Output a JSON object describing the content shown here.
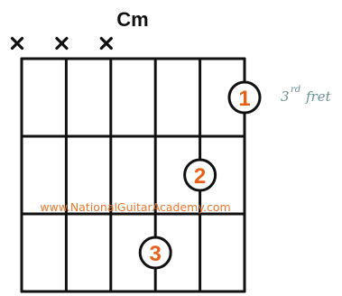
{
  "chord": {
    "name": "Cm",
    "fret_label": "3",
    "fret_label_sup": "rd",
    "fret_label_word": "fret",
    "watermark": "www.NationalGuitarAcademy.com",
    "strings": 6,
    "frets_shown": 3,
    "muted_strings": [
      1,
      2,
      3
    ],
    "fingers": [
      {
        "string": 6,
        "fret": 1,
        "label": "1"
      },
      {
        "string": 5,
        "fret": 2,
        "label": "2"
      },
      {
        "string": 4,
        "fret": 3,
        "label": "3"
      }
    ],
    "colors": {
      "ink": "#111111",
      "finger": "#e8611b",
      "watermark": "#e8772e",
      "fret_label": "#6a8f95"
    }
  }
}
